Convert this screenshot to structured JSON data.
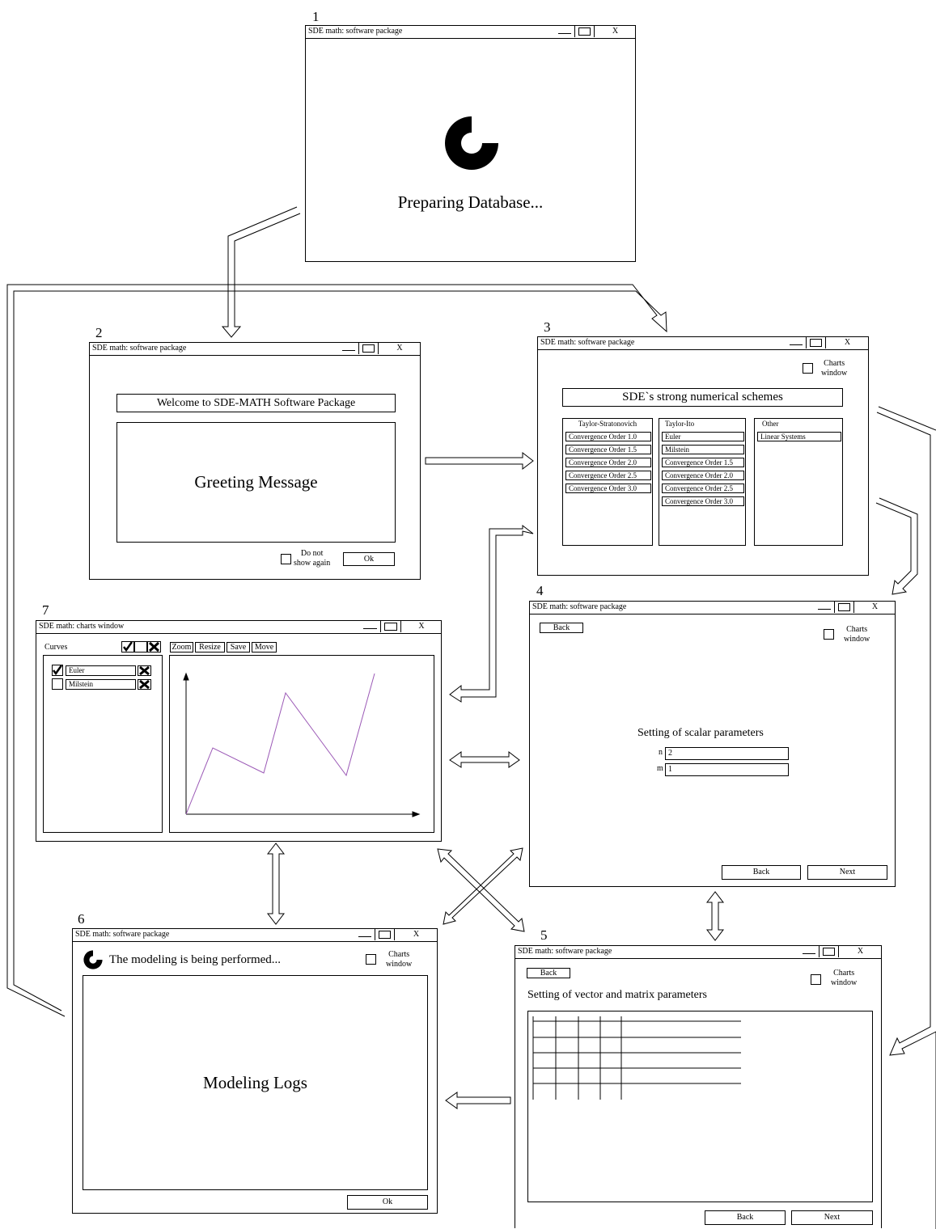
{
  "w1": {
    "num": "1",
    "title": "SDE math: software package",
    "close": "X",
    "status": "Preparing Database..."
  },
  "w2": {
    "num": "2",
    "title": "SDE math: software package",
    "close": "X",
    "welcome": "Welcome to SDE-MATH Software Package",
    "greeting": "Greeting Message",
    "dont_show": "Do not\nshow again",
    "ok": "Ok"
  },
  "w3": {
    "num": "3",
    "title": "SDE math: software package",
    "close": "X",
    "charts": "Charts\nwindow",
    "heading": "SDE`s strong numerical schemes",
    "col1": {
      "title": "Taylor-Stratonovich",
      "items": [
        "Convergence Order 1.0",
        "Convergence Order 1.5",
        "Convergence Order 2.0",
        "Convergence Order 2.5",
        "Convergence Order 3.0"
      ]
    },
    "col2": {
      "title": "Taylor-Ito",
      "items": [
        "Euler",
        "Milstein",
        "Convergence Order 1.5",
        "Convergence Order 2.0",
        "Convergence Order 2.5",
        "Convergence Order 3.0"
      ]
    },
    "col3": {
      "title": "Other",
      "items": [
        "Linear Systems"
      ]
    }
  },
  "w4": {
    "num": "4",
    "title": "SDE math: software package",
    "close": "X",
    "charts": "Charts\nwindow",
    "back": "Back",
    "heading": "Setting of scalar parameters",
    "n_label": "n",
    "n_value": "2",
    "m_label": "m",
    "m_value": "1",
    "back2": "Back",
    "next": "Next"
  },
  "w5": {
    "num": "5",
    "title": "SDE math: software package",
    "close": "X",
    "charts": "Charts\nwindow",
    "back": "Back",
    "heading": "Setting of vector and matrix parameters",
    "back2": "Back",
    "next": "Next"
  },
  "w6": {
    "num": "6",
    "title": "SDE math: software package",
    "close": "X",
    "charts": "Charts\nwindow",
    "status": "The modeling is being performed...",
    "logs": "Modeling Logs",
    "ok": "Ok"
  },
  "w7": {
    "num": "7",
    "title": "SDE math: charts window",
    "close": "X",
    "curves": "Curves",
    "tools": [
      "Zoom",
      "Resize",
      "Save",
      "Move"
    ],
    "curve_items": [
      {
        "name": "Euler",
        "checked": true
      },
      {
        "name": "Milstein",
        "checked": false
      }
    ],
    "line_color": "#9b59b6"
  }
}
